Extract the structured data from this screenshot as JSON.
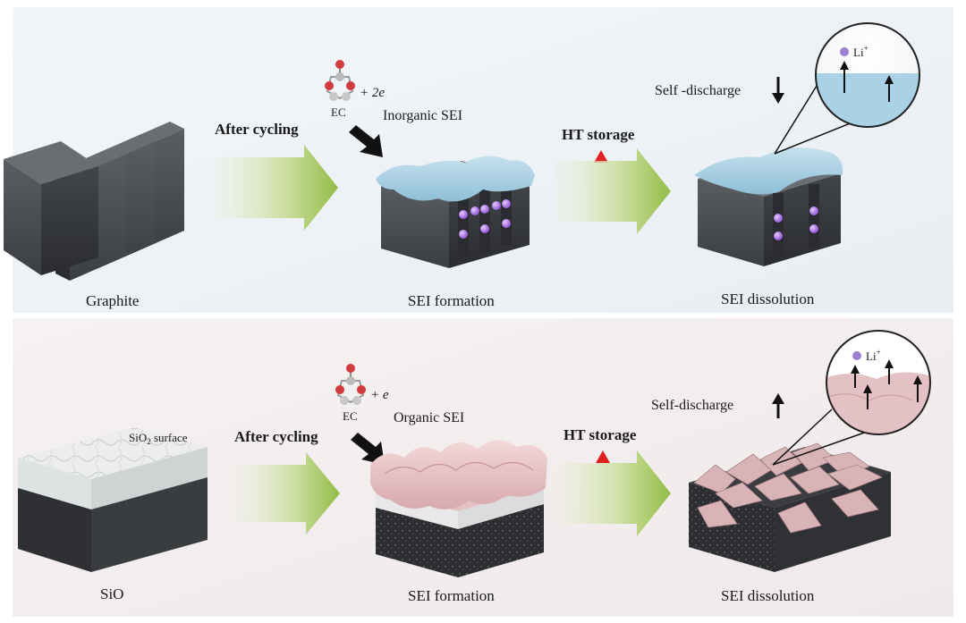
{
  "top_panel": {
    "material_label": "Graphite",
    "step1_label": "After cycling",
    "reactant": {
      "molecule": "EC",
      "electrons": "+ 2e"
    },
    "sei_type": "Inorganic SEI",
    "formation_label": "SEI formation",
    "step2_label": "HT storage",
    "self_discharge_label": "Self -discharge",
    "self_discharge_trend": "down-arrow",
    "zoom_ion": "Li",
    "zoom_ion_charge": "+",
    "dissolution_label": "SEI dissolution",
    "sei_color": "#a9cfe2"
  },
  "bottom_panel": {
    "material_label": "SiO",
    "surface_label_base": "SiO",
    "surface_label_sub": "2",
    "surface_label_rest": " surface",
    "step1_label": "After cycling",
    "reactant": {
      "molecule": "EC",
      "electrons": "+ e"
    },
    "sei_type": "Organic SEI",
    "formation_label": "SEI formation",
    "step2_label": "HT storage",
    "self_discharge_label": "Self-discharge",
    "self_discharge_trend": "up-arrow",
    "zoom_ion": "Li",
    "zoom_ion_charge": "+",
    "dissolution_label": "SEI dissolution",
    "sei_color": "#e8c4c6"
  }
}
